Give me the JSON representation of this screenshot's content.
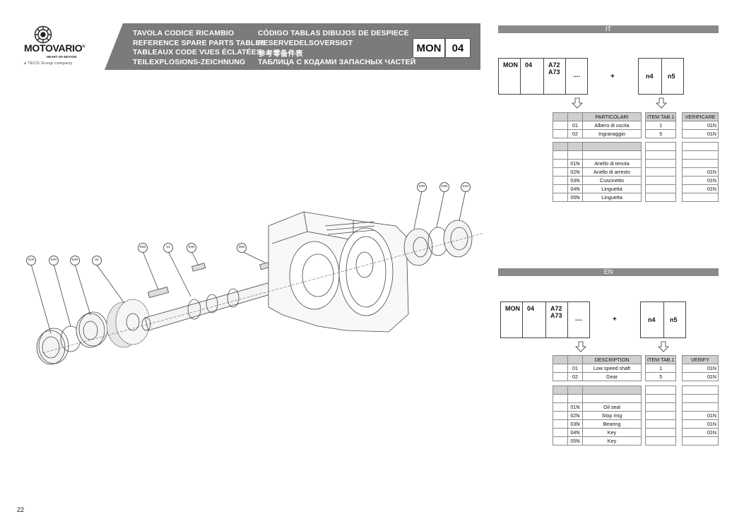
{
  "logo": {
    "brand": "MOTOVARIO",
    "registered": "®",
    "tagline": "HEART OF MOTION",
    "group": "a TECO Group company"
  },
  "header": {
    "left_lines": [
      "TAVOLA CODICE RICAMBIO",
      "REFERENCE SPARE PARTS TABLES",
      "TABLEAUX CODE VUES ÉCLATÉES",
      "TEILEXPLOSIONS-ZEICHNUNG"
    ],
    "right_lines": [
      "CÓDIGO TABLAS DIBUJOS DE DESPIECE",
      "RESERVEDELSOVERSIGT",
      "参考零备件表",
      "ТАБЛИЦА С КОДАМИ ЗАПАСНЫХ ЧАСТЕЙ"
    ],
    "code1": "MON",
    "code2": "04",
    "band_color": "#7b7b7b"
  },
  "callouts": {
    "left_group": [
      "01N",
      "02N",
      "03N",
      "02"
    ],
    "mid_group": [
      "05N",
      "01",
      "04N",
      "05N"
    ],
    "right_group": [
      "03N",
      "02N",
      "01N"
    ]
  },
  "sections": [
    {
      "lang": "IT",
      "code": {
        "b1": "MON",
        "b2": "04",
        "b3a": "A72",
        "b3b": "A73",
        "b4": "....",
        "plus": "+",
        "b5": "n4",
        "b6": "n5"
      },
      "headers": {
        "desc": "PARTICOLARI",
        "item": "ITEM TAB.1",
        "verify": "VERIFICARE"
      },
      "main_rows": [
        {
          "code": "01",
          "desc": "Albero di uscita",
          "item": "1",
          "verify": "01N"
        },
        {
          "code": "02",
          "desc": "Ingranaggio",
          "item": "5",
          "verify": "01N"
        }
      ],
      "sub_rows": [
        {
          "code": "01N",
          "desc": "Anello di tenuta",
          "verify": ""
        },
        {
          "code": "02N",
          "desc": "Anello di arresto",
          "verify": "01N"
        },
        {
          "code": "03N",
          "desc": "Cuscinetto",
          "verify": "01N"
        },
        {
          "code": "04N",
          "desc": "Linguetta",
          "verify": "01N"
        },
        {
          "code": "05N",
          "desc": "Linguetta",
          "verify": ""
        }
      ]
    },
    {
      "lang": "EN",
      "code": {
        "b1": "MON",
        "b2": "04",
        "b3a": "A72",
        "b3b": "A73",
        "b4": "....",
        "plus": "+",
        "b5": "n4",
        "b6": "n5"
      },
      "headers": {
        "desc": "DESCRIPTION",
        "item": "ITEM TAB.1",
        "verify": "VERIFY"
      },
      "main_rows": [
        {
          "code": "01",
          "desc": "Low speed shaft",
          "item": "1",
          "verify": "01N"
        },
        {
          "code": "02",
          "desc": "Gear",
          "item": "5",
          "verify": "01N"
        }
      ],
      "sub_rows": [
        {
          "code": "01N",
          "desc": "Oil seal",
          "verify": ""
        },
        {
          "code": "02N",
          "desc": "Stop ring",
          "verify": "01N"
        },
        {
          "code": "03N",
          "desc": "Bearing",
          "verify": "01N"
        },
        {
          "code": "04N",
          "desc": "Key",
          "verify": "01N"
        },
        {
          "code": "05N",
          "desc": "Key",
          "verify": ""
        }
      ]
    }
  ],
  "page_number": "22"
}
